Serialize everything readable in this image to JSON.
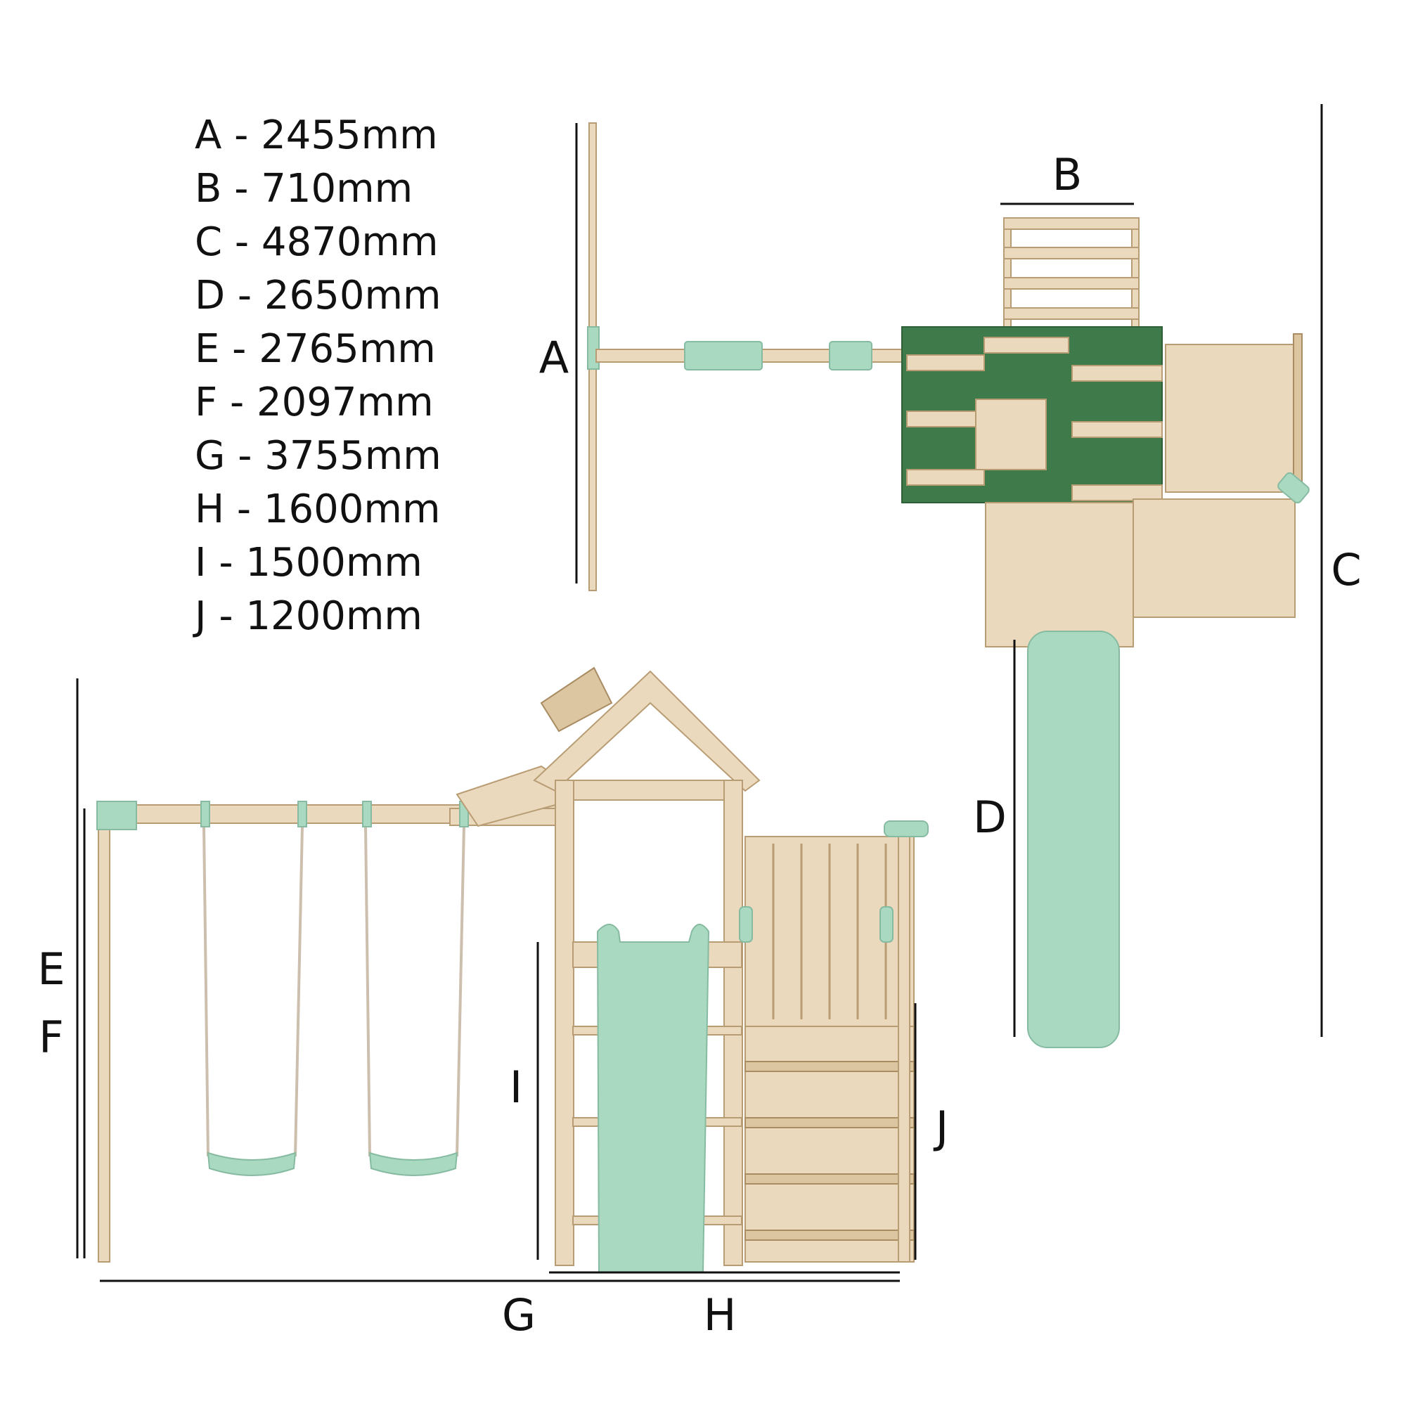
{
  "legend": {
    "items": [
      {
        "letter": "A",
        "text": "A - 2455mm"
      },
      {
        "letter": "B",
        "text": "B - 710mm"
      },
      {
        "letter": "C",
        "text": "C - 4870mm"
      },
      {
        "letter": "D",
        "text": "D - 2650mm"
      },
      {
        "letter": "E",
        "text": "E - 2765mm"
      },
      {
        "letter": "F",
        "text": "F - 2097mm"
      },
      {
        "letter": "G",
        "text": "G - 3755mm"
      },
      {
        "letter": "H",
        "text": "H - 1600mm"
      },
      {
        "letter": "I",
        "text": "I - 1500mm"
      },
      {
        "letter": "J",
        "text": "J - 1200mm"
      }
    ]
  },
  "dimension_labels": {
    "A": "A",
    "B": "B",
    "C": "C",
    "D": "D",
    "E": "E",
    "F": "F",
    "G": "G",
    "H": "H",
    "I": "I",
    "J": "J"
  },
  "colors": {
    "wood": "#ead9bd",
    "slide": "#a9d9c1",
    "roof_green": "#3e7a4a",
    "line": "#111111"
  }
}
